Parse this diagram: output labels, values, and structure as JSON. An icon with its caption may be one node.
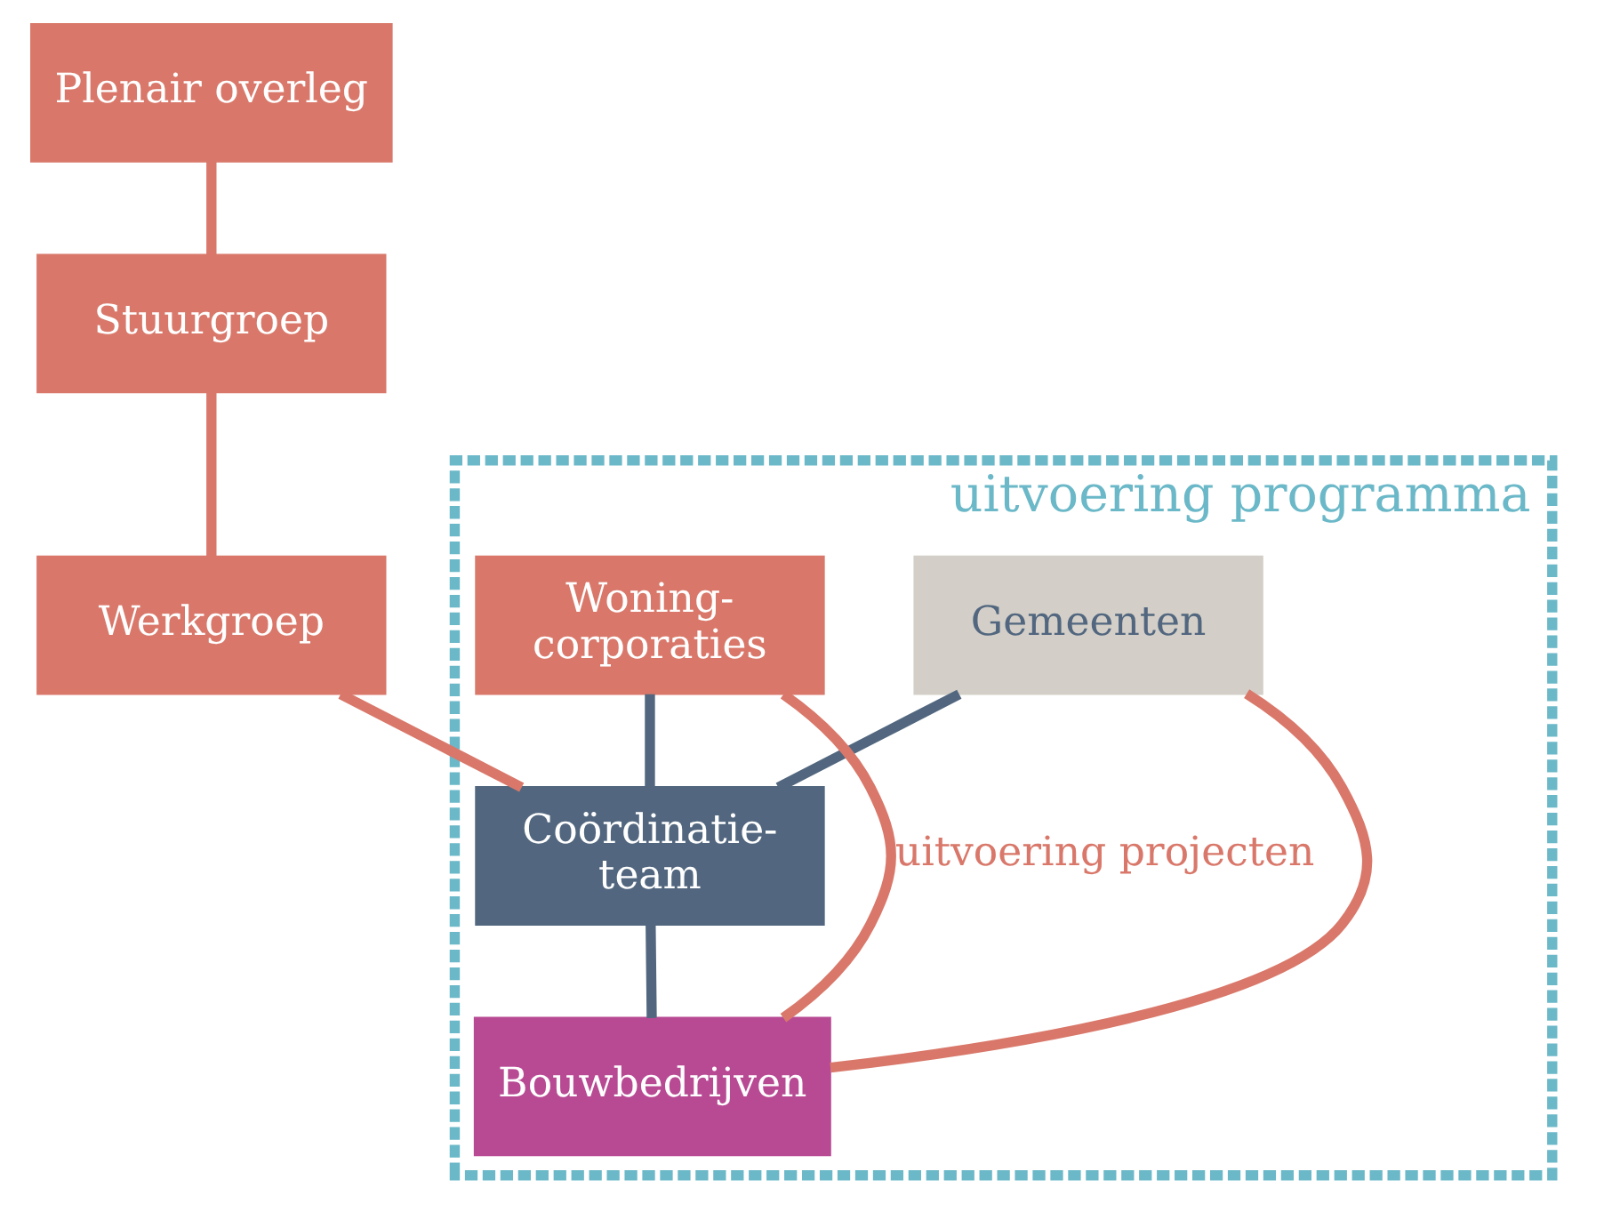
{
  "diagram": {
    "nodes": [
      {
        "text": [
          "Plenair overleg"
        ]
      },
      {
        "text": [
          "Stuurgroep"
        ]
      },
      {
        "text": [
          "Werkgroep"
        ]
      },
      {
        "text": [
          "uitvoering programma"
        ]
      },
      {
        "text": [
          "Gemeenten"
        ],
        "in": 3
      },
      {
        "text": [
          "Woning-corporaties"
        ],
        "in": 3
      },
      {
        "text": [
          "Coördinatie-team"
        ],
        "in": 3
      },
      {
        "text": [
          "Bouwbedrijven"
        ],
        "in": 3
      }
    ],
    "edges": [
      {
        "from": 0,
        "to": 1,
        "arrow": "none"
      },
      {
        "from": 1,
        "to": 2,
        "arrow": "none"
      },
      {
        "from": 2,
        "to": 6,
        "arrow": "none"
      },
      {
        "from": 4,
        "to": 6,
        "arrow": "none",
        "color": "#52677f"
      },
      {
        "from": 5,
        "to": 6,
        "arrow": "none",
        "color": "#52677f"
      },
      {
        "from": 6,
        "to": 7,
        "arrow": "none",
        "color": "#52677f"
      },
      {
        "from": 4,
        "to": 7,
        "arrow": "none"
      },
      {
        "from": 5,
        "to": 7,
        "arrow": "none",
        "label": "uitvoering projecten"
      }
    ]
  }
}
